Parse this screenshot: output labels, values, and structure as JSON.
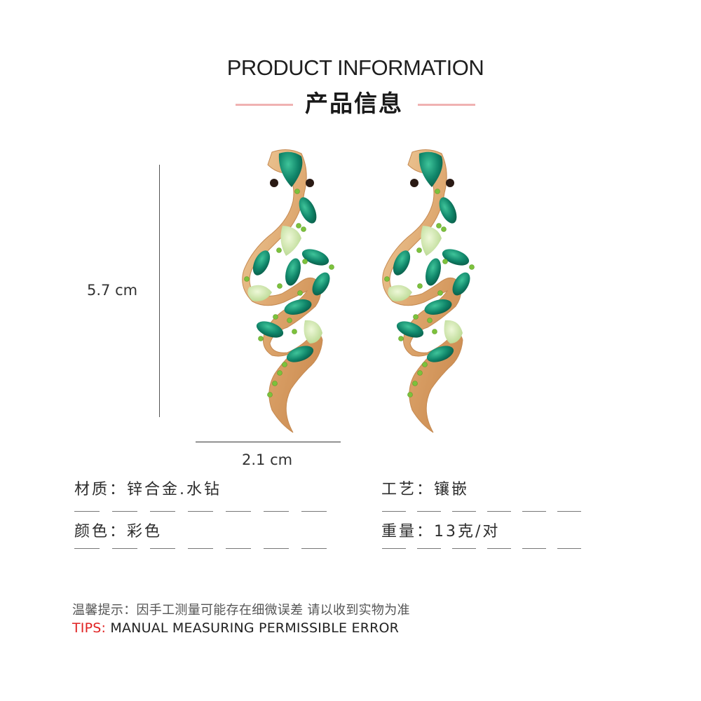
{
  "header": {
    "title_en": "PRODUCT INFORMATION",
    "title_zh": "产品信息",
    "accent_line_color": "#f0b2b2"
  },
  "product_image": {
    "description": "pair of gold snake earrings with green crystal rhinestones",
    "colors": {
      "gold": "#d9a56a",
      "emerald": "#11876b",
      "peridot": "#c9e3a3",
      "small_stone": "#7cc23c",
      "eye": "#2a1a14"
    }
  },
  "dimensions": {
    "height": "5.7 cm",
    "width": "2.1 cm"
  },
  "specs": {
    "material": {
      "label": "材质：",
      "value": "锌合金.水钻"
    },
    "craft": {
      "label": "工艺：",
      "value": "镶嵌"
    },
    "color": {
      "label": "颜色：",
      "value": "彩色"
    },
    "weight": {
      "label": "重量：",
      "value": "13克/对"
    }
  },
  "notes": {
    "zh": "温馨提示：因手工测量可能存在细微误差 请以收到实物为准",
    "tips_label": "TIPS:",
    "tips_text": " MANUAL MEASURING PERMISSIBLE ERROR",
    "tips_color": "#e02222"
  }
}
